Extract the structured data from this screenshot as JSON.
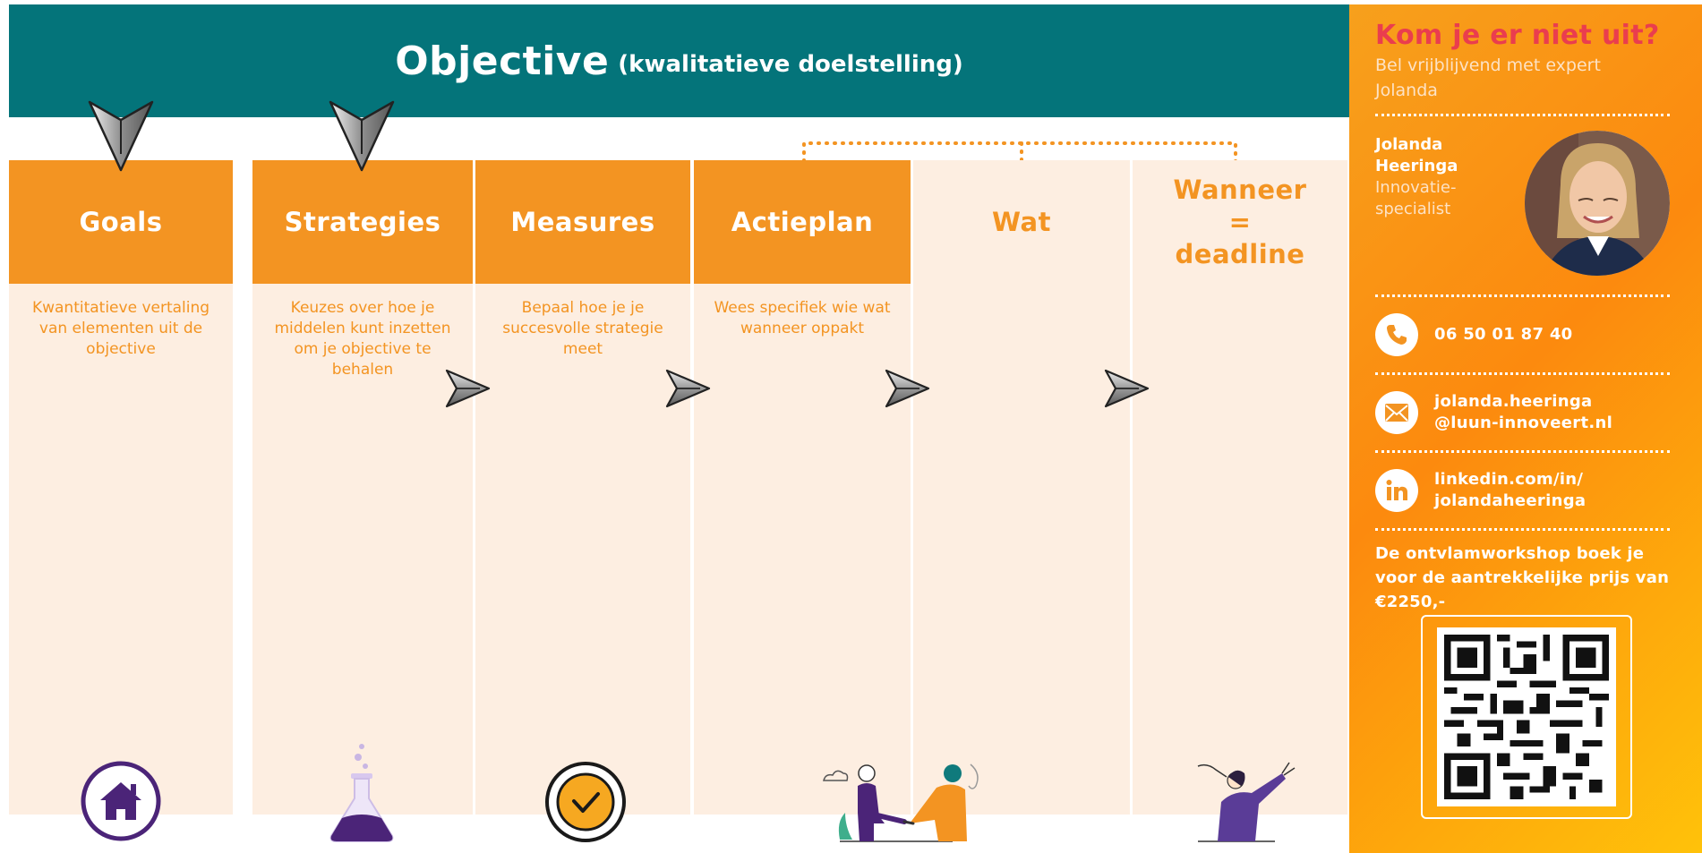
{
  "objective": {
    "title": "Objective",
    "subtitle": "(kwalitatieve doelstelling)"
  },
  "columns": [
    {
      "title": "Goals",
      "description": "Kwantitatieve vertaling van elementen uit de objective",
      "icon": "house-icon"
    },
    {
      "title": "Strategies",
      "description": "Keuzes over hoe je middelen kunt inzetten om je objective te behalen",
      "icon": "flask-icon"
    },
    {
      "title": "Measures",
      "description": "Bepaal hoe je je succesvolle strategie meet",
      "icon": "checkmark-icon"
    },
    {
      "title": "Actieplan",
      "description": "Wees specifiek wie wat wanneer oppakt",
      "icon": "handshake-icon"
    },
    {
      "title": "Wat",
      "description": "",
      "icon": ""
    },
    {
      "title": "Wanneer = deadline",
      "description": "",
      "icon": "celebration-icon"
    }
  ],
  "sidebar": {
    "question": "Kom je er niet uit?",
    "subtext": "Bel vrijblijvend met expert Jolanda",
    "name": "Jolanda Heeringa",
    "role": "Innovatie-specialist",
    "phone": "06 50 01 87 40",
    "email_line1": "jolanda.heeringa",
    "email_line2": "@luun-innoveert.nl",
    "linkedin_line1": "linkedin.com/in/",
    "linkedin_line2": "jolandaheeringa",
    "promo": "De ontvlamworkshop boek je voor de aantrekkelijke prijs van €2250,-"
  },
  "colors": {
    "teal": "#04747a",
    "orange": "#f39422",
    "light": "#fdeee1",
    "red": "#ea3d4e",
    "purple": "#4b2478"
  }
}
